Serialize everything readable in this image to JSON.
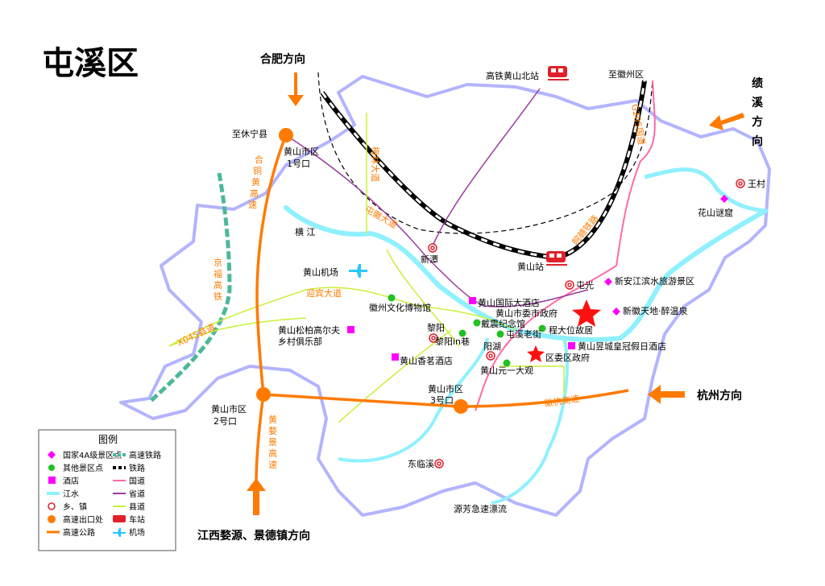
{
  "title": "屯溪区",
  "directions": {
    "hefei": "合肥方向",
    "jixi": "绩溪方向",
    "hangzhou": "杭州方向",
    "jiangxi": "江西婺源、景德镇方向"
  },
  "places": {
    "huangshan_north": "高铁黄山北站",
    "to_huizhou": "至徽州区",
    "to_xiuning": "至休宁县",
    "exit1": "黄山市区",
    "exit1_no": "1号口",
    "exit2": "黄山市区",
    "exit2_no": "2号口",
    "exit3": "黄山市区",
    "exit3_no": "3号口",
    "hengjiang": "横 江",
    "xintan": "新潭",
    "huangshan_station": "黄山站",
    "airport": "黄山机场",
    "wangcun": "王村",
    "huashan": "花山谜窟",
    "tunguang": "屯光",
    "xinanjiang": "新安江滨水旅游景区",
    "xinhui": "新徽天地·醉温泉",
    "intl_hotel": "黄山国际大酒店",
    "city_gov": "黄山市委市政府",
    "museum": "徽州文化博物馆",
    "daizhen": "戴震纪念馆",
    "chengdawei": "程大位故居",
    "tunxi_street": "屯溪老街",
    "liyang": "黎阳",
    "liyang_in": "黎阳in巷",
    "golf_1": "黄山松柏高尔夫",
    "golf_2": "乡村俱乐部",
    "yanghu": "阳湖",
    "holiday_inn": "黄山昱城皇冠假日酒店",
    "district_gov": "区委区政府",
    "xiangming": "黄山香茗酒店",
    "yuanyi": "黄山元一大观",
    "donglinxi": "东临溪",
    "rafting": "源芳急速漂流"
  },
  "roads": {
    "hetong": "合铜黄高速",
    "meilin": "梅林大道",
    "tunhuai": "屯徽大道",
    "g205": "G205国道",
    "wangan": "皖赣铁路",
    "jingfu": "京福高铁",
    "yingbin": "迎宾大道",
    "x045": "X045县道",
    "huiwu": "黄婺景高速",
    "huihang": "徽杭高速"
  },
  "legend": {
    "title": "图例",
    "items": [
      {
        "label": "国家4A级景区点",
        "symbol": "diamond"
      },
      {
        "label": "高速铁路",
        "symbol": "hsr"
      },
      {
        "label": "其他景区点",
        "symbol": "green-dot"
      },
      {
        "label": "铁路",
        "symbol": "rail"
      },
      {
        "label": "酒店",
        "symbol": "hotel"
      },
      {
        "label": "国道",
        "symbol": "national-road"
      },
      {
        "label": "江水",
        "symbol": "river"
      },
      {
        "label": "省道",
        "symbol": "provincial-road"
      },
      {
        "label": "乡、镇",
        "symbol": "town"
      },
      {
        "label": "县道",
        "symbol": "county-road"
      },
      {
        "label": "高速出口处",
        "symbol": "exit"
      },
      {
        "label": "车站",
        "symbol": "station"
      },
      {
        "label": "高速公路",
        "symbol": "expressway"
      },
      {
        "label": "机场",
        "symbol": "airport"
      }
    ]
  },
  "colors": {
    "boundary": "#b3b3ff",
    "river": "#8ff0ff",
    "expressway": "#ff7a00",
    "national_road": "#ff6aa8",
    "provincial_road": "#9b3aa0",
    "county_road": "#c8f03a",
    "hsr": "#4bb89a",
    "attraction_4a": "#ff00ff",
    "attraction": "#22c022",
    "star": "#ff1010"
  }
}
